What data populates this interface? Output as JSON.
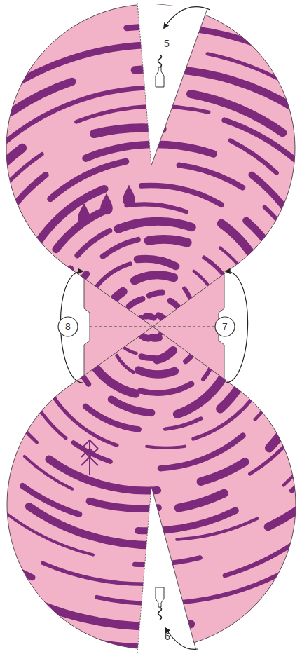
{
  "diagram": {
    "labels": [
      "5",
      "8",
      "7",
      "6"
    ]
  }
}
